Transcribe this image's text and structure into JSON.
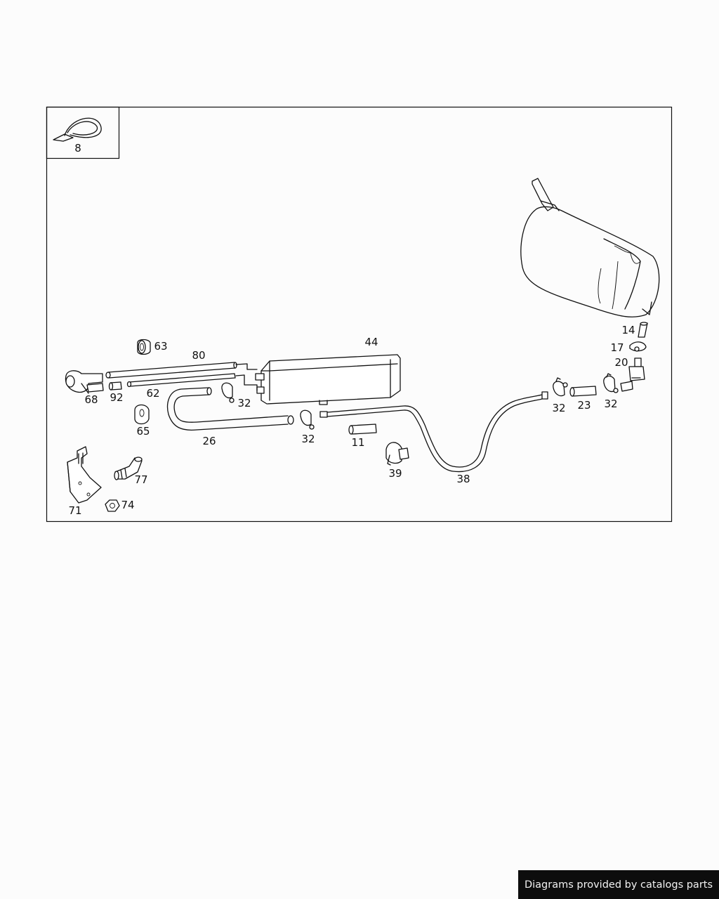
{
  "diagram": {
    "callouts": {
      "c8": "8",
      "c14": "14",
      "c17": "17",
      "c20": "20",
      "c44": "44",
      "c63": "63",
      "c80": "80",
      "c68": "68",
      "c92": "92",
      "c62": "62",
      "c32a": "32",
      "c65": "65",
      "c26": "26",
      "c32b": "32",
      "c11": "11",
      "c39": "39",
      "c38": "38",
      "c32c": "32",
      "c23": "23",
      "c32d": "32",
      "c71": "71",
      "c74": "74",
      "c77": "77"
    }
  },
  "footer": {
    "text": "Diagrams provided by catalogs parts"
  },
  "colors": {
    "line": "#111111",
    "background": "#fcfcfc",
    "footer_bg": "#0d0d0d",
    "footer_text": "#f2f2f2"
  }
}
